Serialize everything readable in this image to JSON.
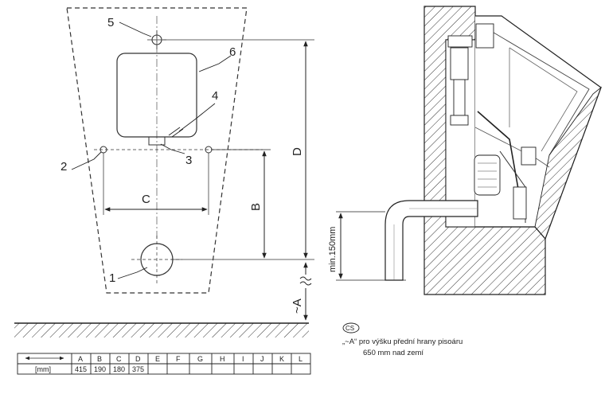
{
  "callouts": {
    "c1": "1",
    "c2": "2",
    "c3": "3",
    "c4": "4",
    "c5": "5",
    "c6": "6"
  },
  "dims": {
    "b": "B",
    "c": "C",
    "d": "D",
    "a": "~A",
    "min": "min.150mm"
  },
  "table": {
    "unit": "[mm]",
    "headers": [
      "A",
      "B",
      "C",
      "D",
      "E",
      "F",
      "G",
      "H",
      "I",
      "J",
      "K",
      "L"
    ],
    "values": [
      "415",
      "190",
      "180",
      "375",
      "",
      "",
      "",
      "",
      "",
      "",
      "",
      ""
    ]
  },
  "note": {
    "lang": "CS",
    "line1": "„~A“ pro výšku přední hrany pisoáru",
    "line2": "650 mm nad zemí"
  }
}
